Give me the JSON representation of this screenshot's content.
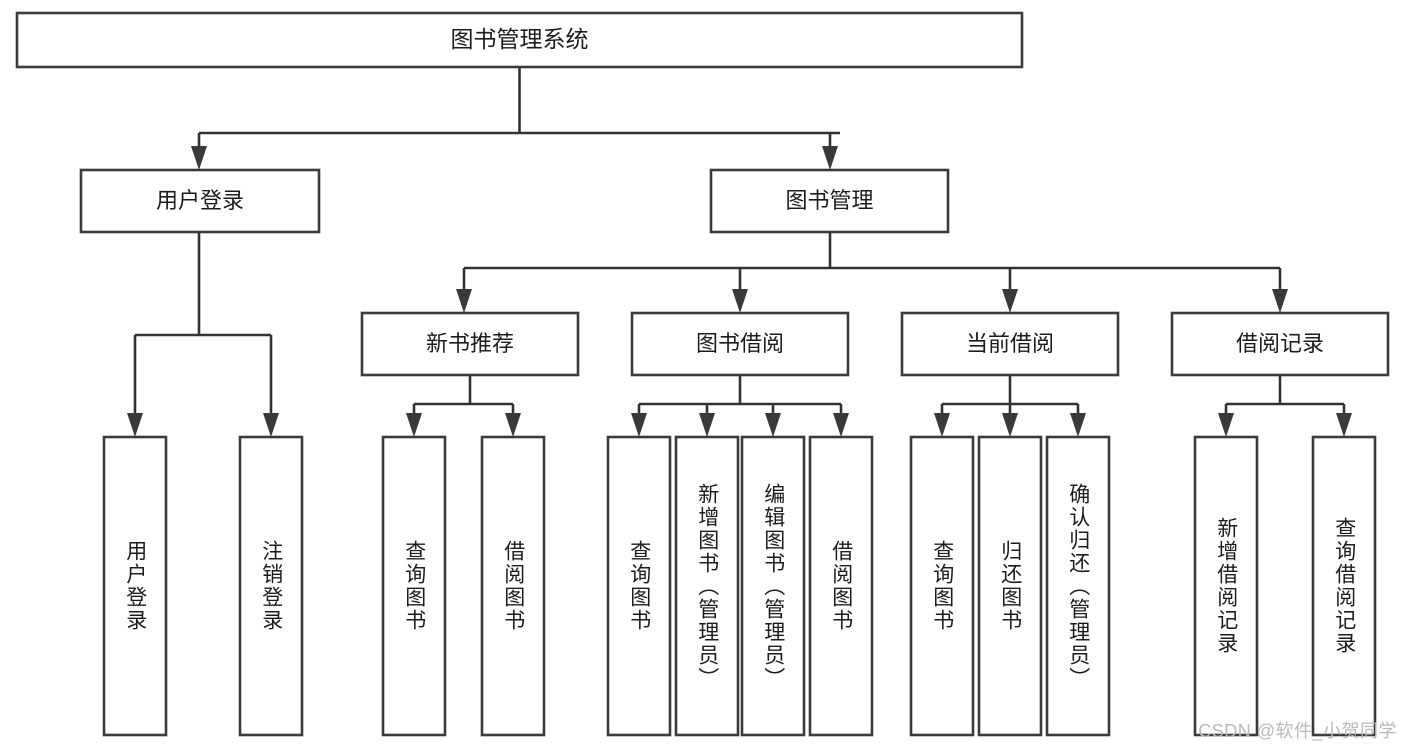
{
  "diagram": {
    "title": "图书管理系统",
    "type": "tree-hierarchy-chart",
    "watermark": "CSDN @软件_小贺同学",
    "colors": {
      "box_stroke": "#3b3b3b",
      "box_fill": "#ffffff",
      "edge": "#333333",
      "text": "#1c1c1c",
      "watermark": "#b9b9b9"
    },
    "root": {
      "label": "图书管理系统"
    },
    "level2": [
      {
        "label": "用户登录"
      },
      {
        "label": "图书管理"
      }
    ],
    "level3": [
      {
        "label": "新书推荐"
      },
      {
        "label": "图书借阅"
      },
      {
        "label": "当前借阅"
      },
      {
        "label": "借阅记录"
      }
    ],
    "leaves": {
      "user_login": [
        {
          "label": "用户登录"
        },
        {
          "label": "注销登录"
        }
      ],
      "new_book": [
        {
          "label": "查询图书"
        },
        {
          "label": "借阅图书"
        }
      ],
      "book_borrow": [
        {
          "label": "查询图书"
        },
        {
          "label": "新增图书（管理员）"
        },
        {
          "label": "编辑图书（管理员）"
        },
        {
          "label": "借阅图书"
        }
      ],
      "current_borrow": [
        {
          "label": "查询图书"
        },
        {
          "label": "归还图书"
        },
        {
          "label": "确认归还（管理员）"
        }
      ],
      "borrow_record": [
        {
          "label": "新增借阅记录"
        },
        {
          "label": "查询借阅记录"
        }
      ]
    }
  }
}
